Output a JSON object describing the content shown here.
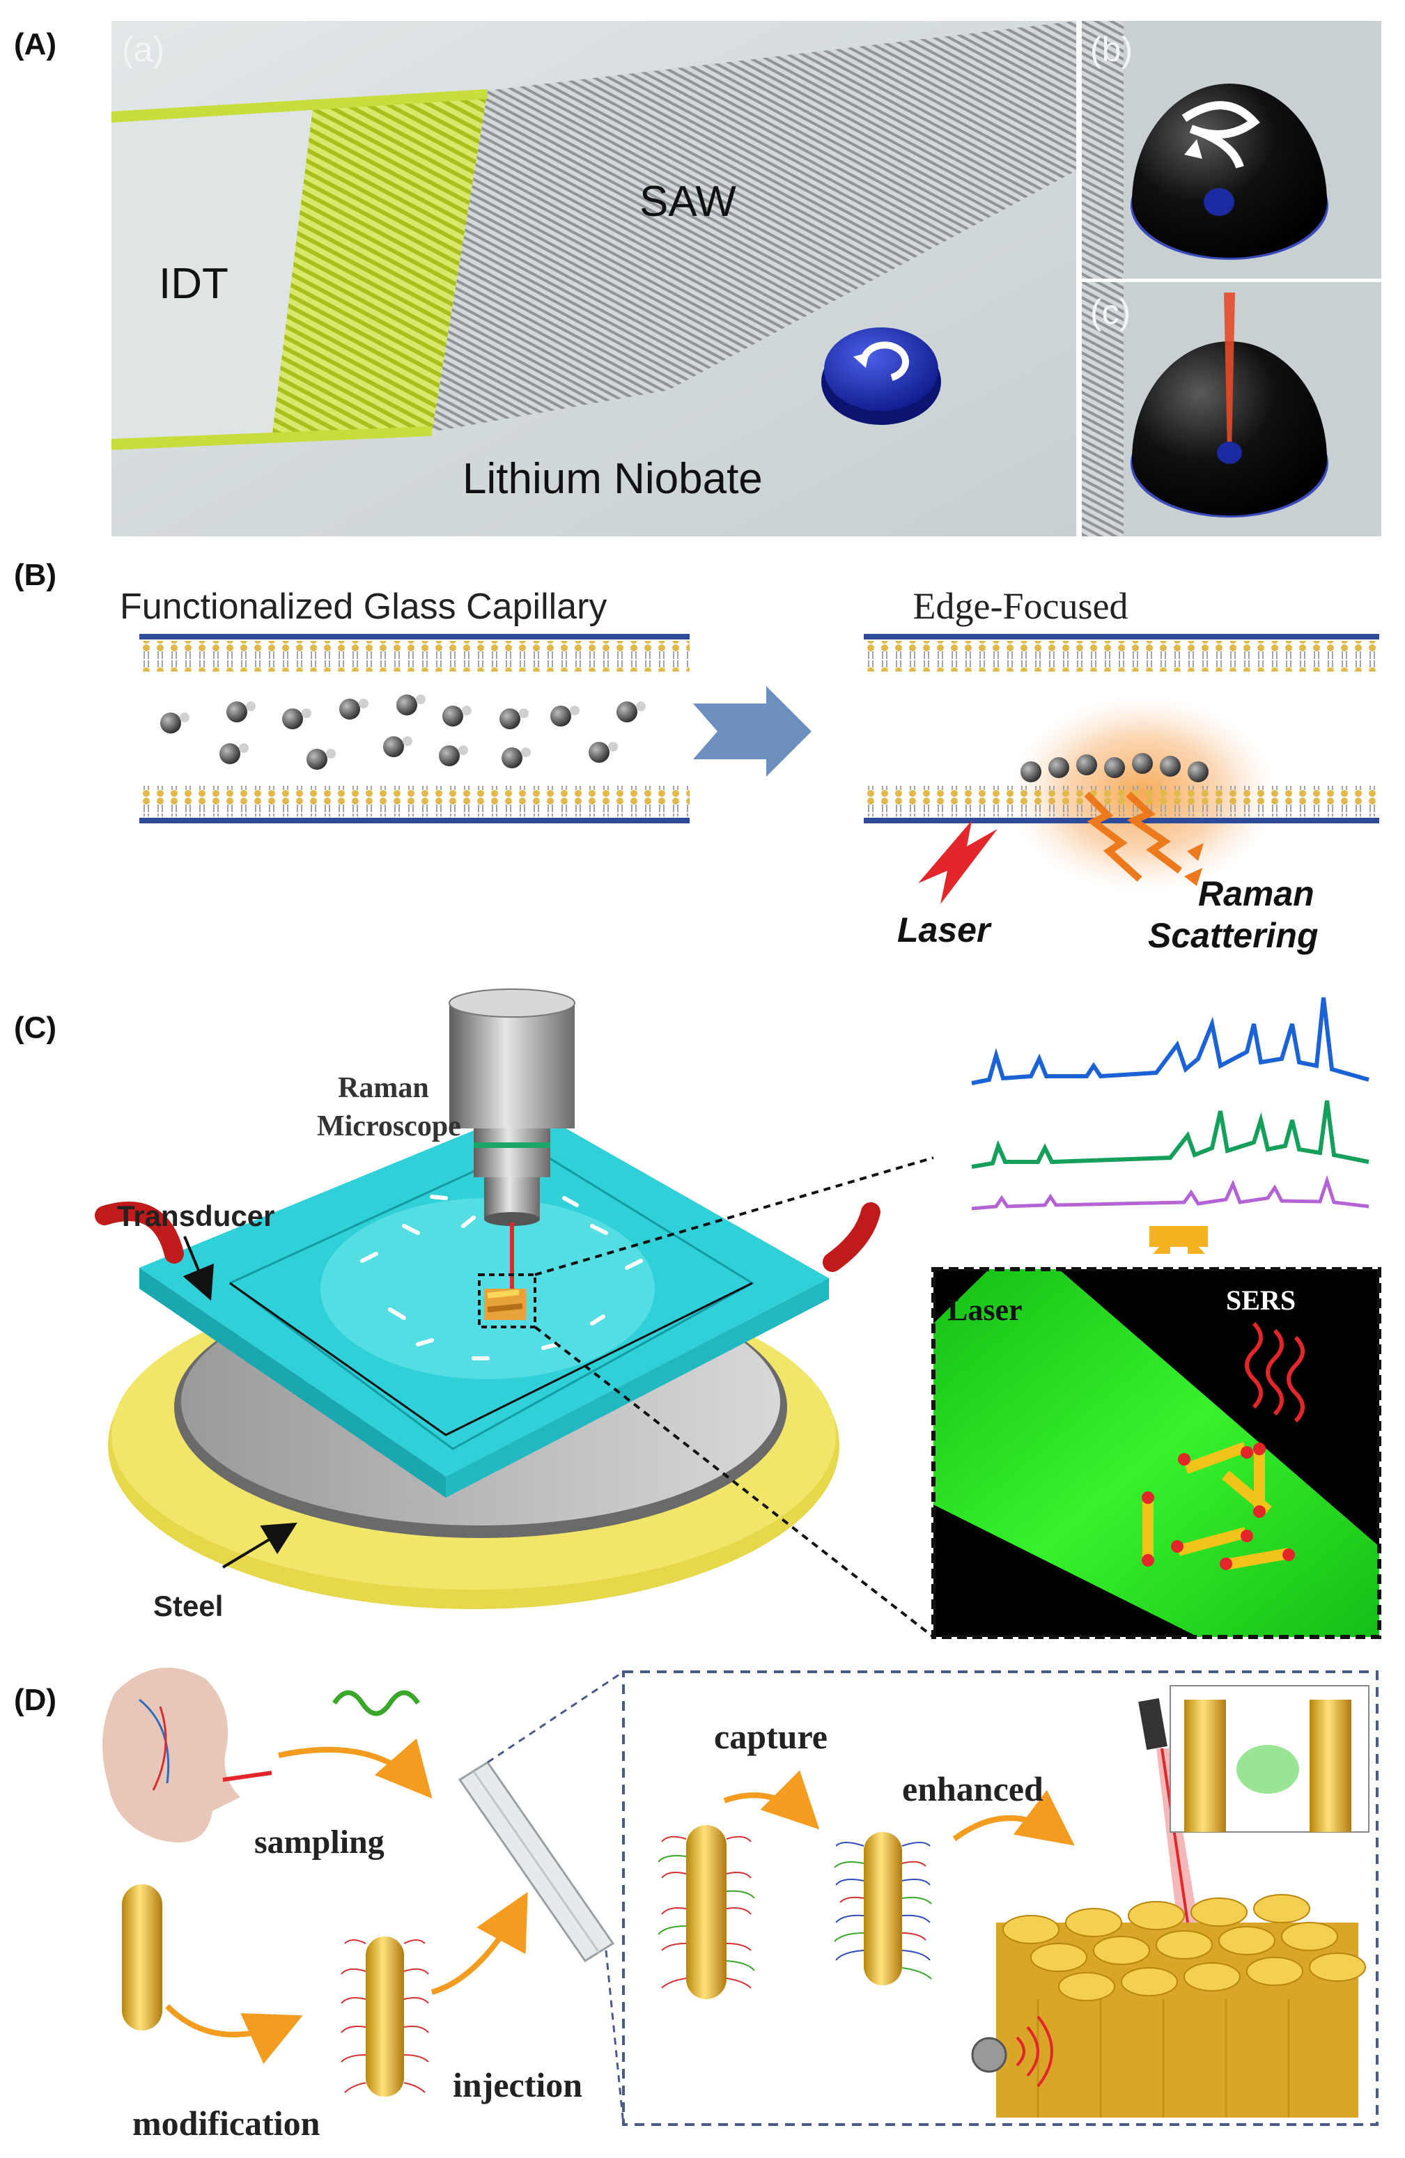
{
  "panels": {
    "A": {
      "label": "(A)",
      "sub_a": "(a)",
      "sub_b": "(b)",
      "sub_c": "(c)",
      "idt_label": "IDT",
      "saw_label": "SAW",
      "substrate_label": "Lithium Niobate"
    },
    "B": {
      "label": "(B)",
      "left_title": "Functionalized Glass Capillary",
      "right_title": "Edge-Focused",
      "laser_label": "Laser",
      "raman_label_1": "Raman",
      "raman_label_2": "Scattering"
    },
    "C": {
      "label": "(C)",
      "microscope_label_1": "Raman",
      "microscope_label_2": "Microscope",
      "transducer_label": "Transducer",
      "steel_label": "Steel",
      "laser_label": "Laser",
      "sers_label": "SERS"
    },
    "D": {
      "label": "(D)",
      "sampling_label": "sampling",
      "modification_label": "modification",
      "injection_label": "injection",
      "capture_label": "capture",
      "enhanced_label": "enhanced"
    }
  },
  "colors": {
    "idt_green": "#c8dc3c",
    "droplet_blue": "#1f2fb0",
    "capillary_blue": "#2e4a9a",
    "arrow_blue": "#6d8fbf",
    "laser_red": "#e3262a",
    "raman_orange": "#f08a24",
    "chip_cyan": "#2fd0d8",
    "gold": "#e8c23a",
    "spectrum_blue": "#1a62d6",
    "spectrum_green": "#14a05a",
    "spectrum_purple": "#b463d6",
    "sers_green": "#22e01c"
  }
}
